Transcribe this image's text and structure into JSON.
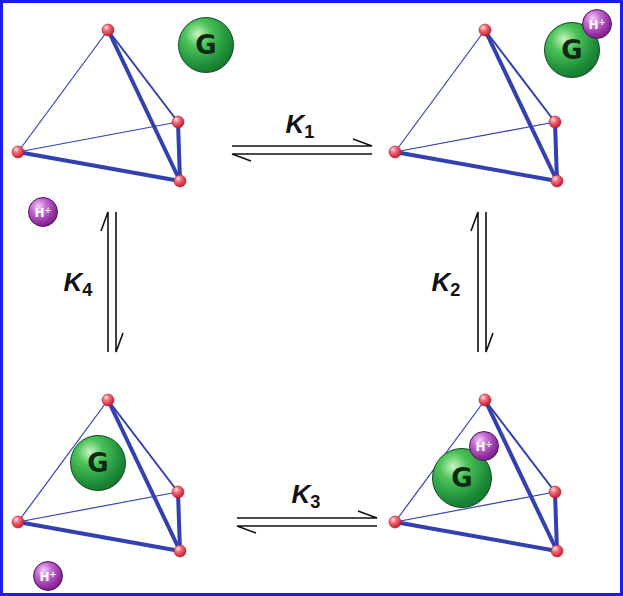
{
  "diagram": {
    "nodes": [
      {
        "text": [
          "G"
        ]
      },
      {
        "text": [
          "G"
        ]
      },
      {
        "text": [
          "H+"
        ]
      },
      {
        "text": [
          "H+"
        ]
      },
      {
        "text": [
          "H+"
        ]
      },
      {
        "text": [
          "G"
        ]
      },
      {
        "text": [
          "G"
        ]
      },
      {
        "text": [
          "H+"
        ]
      }
    ],
    "labels": [
      "K1",
      "K4",
      "K2",
      "K3"
    ]
  }
}
